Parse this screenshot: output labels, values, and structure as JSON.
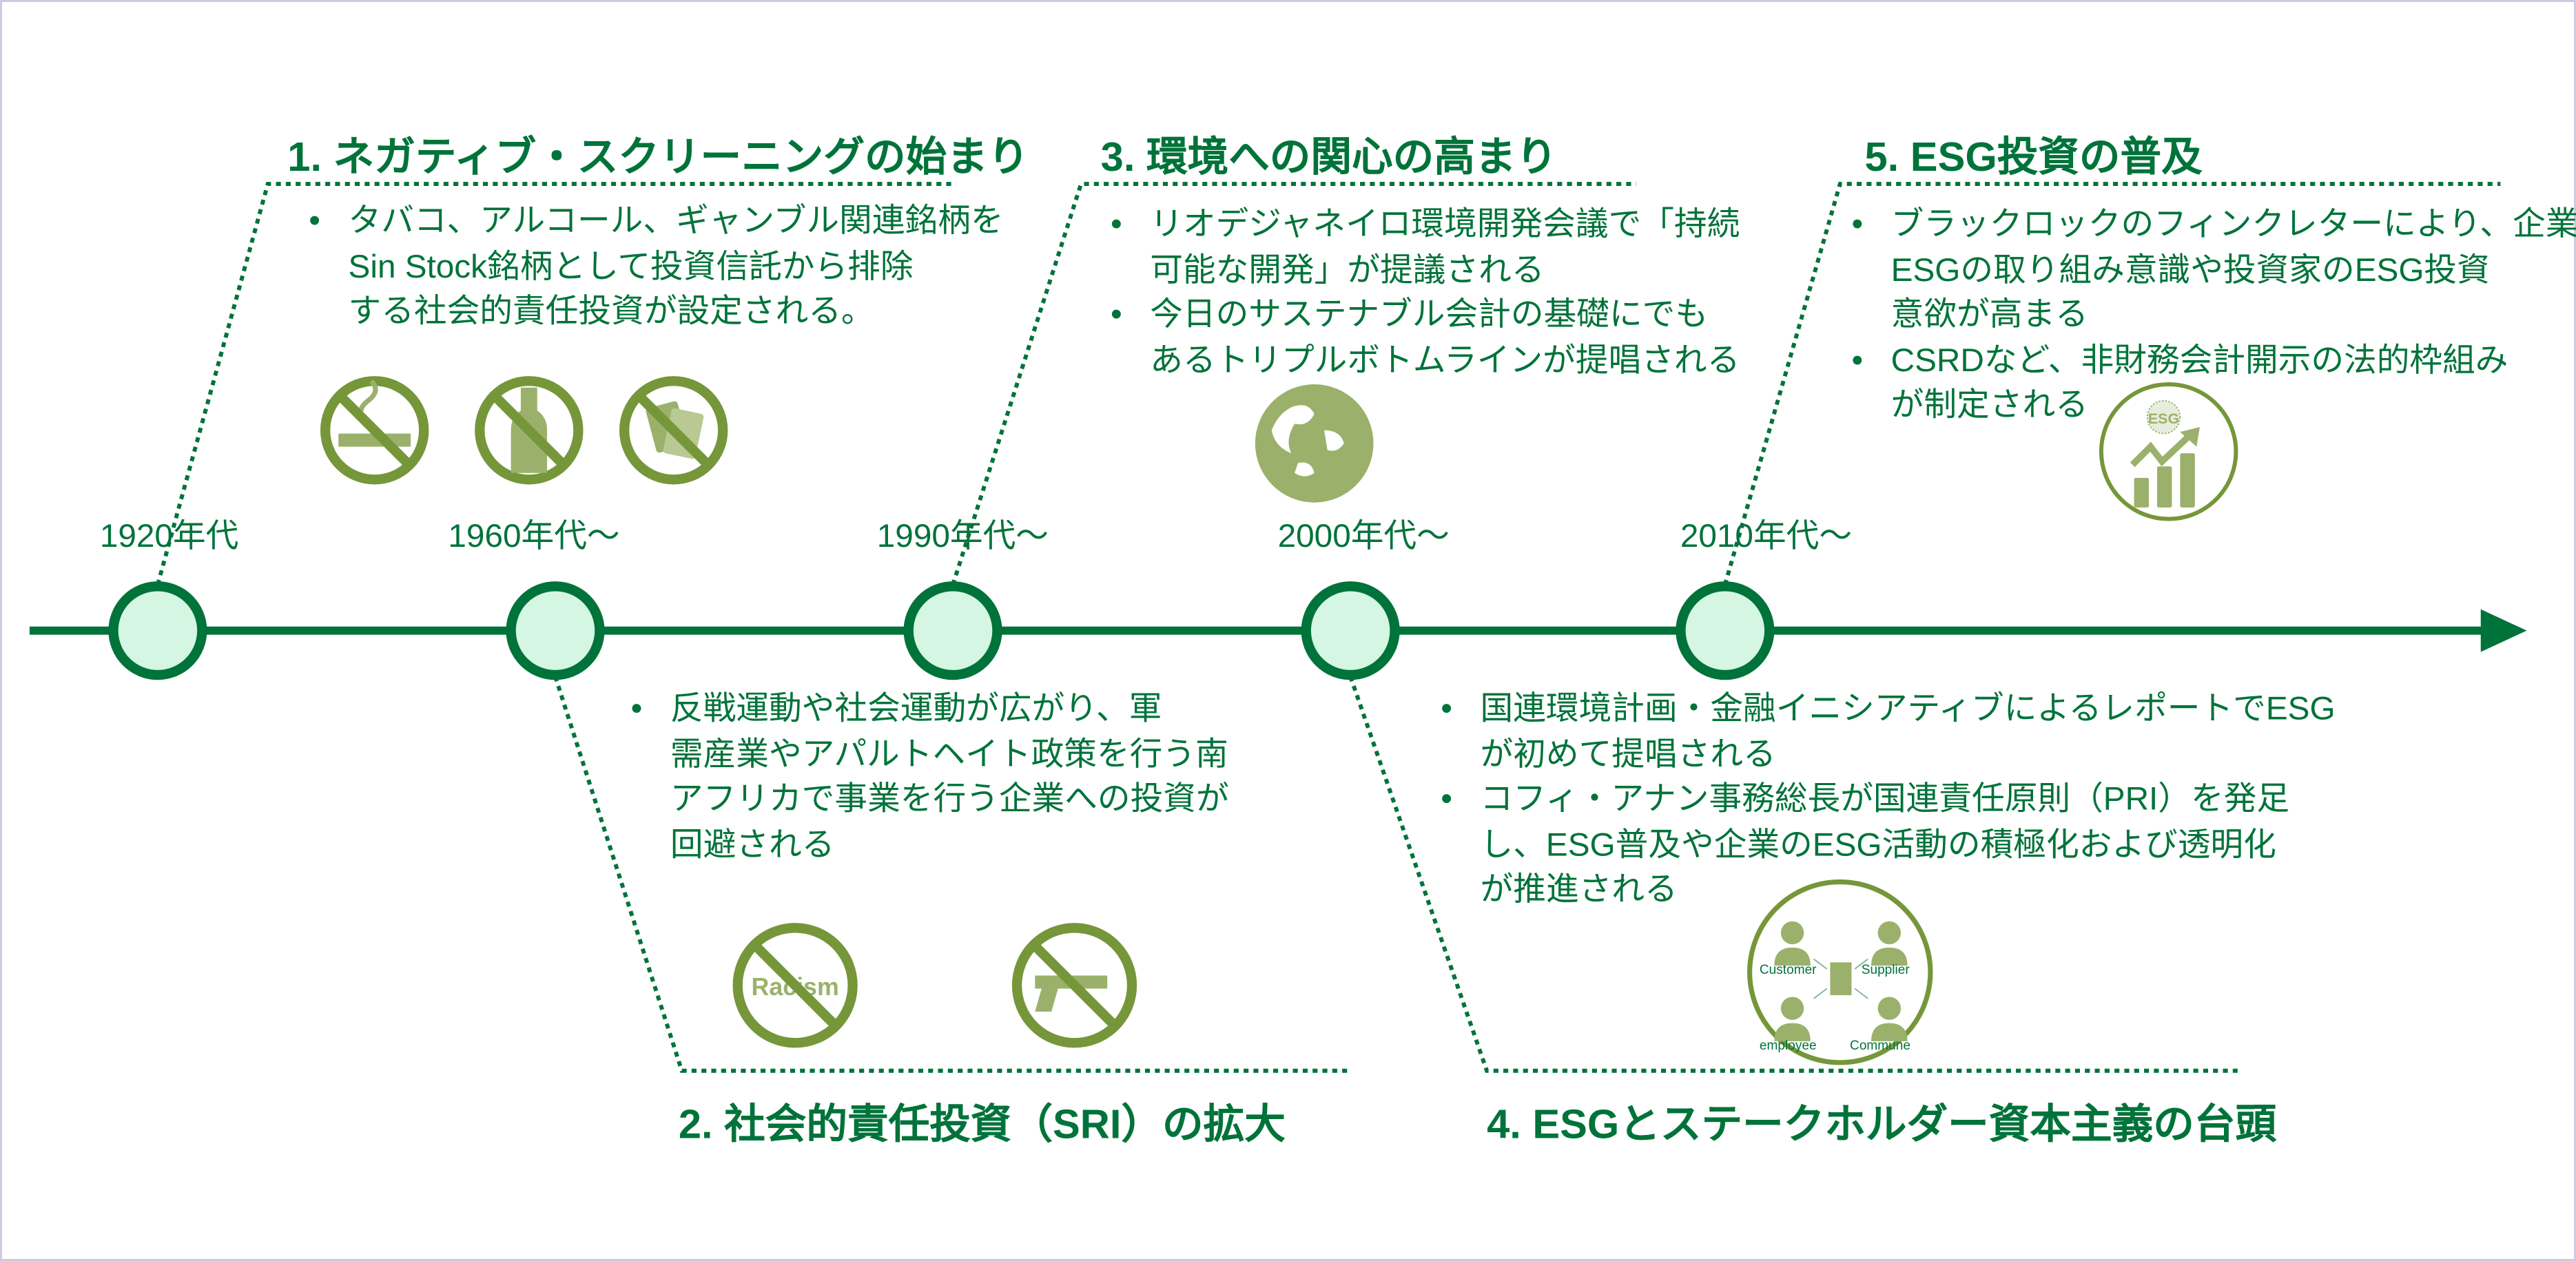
{
  "colors": {
    "text": "#00733a",
    "line": "#00733a",
    "node_fill": "#d4f6e2",
    "icon_ring": "#76963a",
    "icon_fill": "#9bb16b",
    "border": "#cfc9e2"
  },
  "timeline": {
    "eras": [
      "1920年代",
      "1960年代〜",
      "1990年代〜",
      "2000年代〜",
      "2010年代〜"
    ]
  },
  "sections": [
    {
      "title": "1. ネガティブ・スクリーニングの始まり",
      "bullets": [
        [
          "タバコ、アルコール、ギャンブル関連銘柄を",
          "Sin Stock銘柄として投資信託から排除",
          "する社会的責任投資が設定される。"
        ]
      ],
      "icons": [
        "no-smoking-icon",
        "no-alcohol-icon",
        "no-gambling-icon"
      ]
    },
    {
      "title": "2. 社会的責任投資（SRI）の拡大",
      "bullets": [
        [
          "反戦運動や社会運動が広がり、軍",
          "需産業やアパルトヘイト政策を行う南",
          "アフリカで事業を行う企業への投資が",
          "回避される"
        ]
      ],
      "icons": [
        "no-racism-icon",
        "no-weapons-icon"
      ],
      "icon_labels": {
        "racism": "Racism"
      }
    },
    {
      "title": "3. 環境への関心の高まり",
      "bullets": [
        [
          "リオデジャネイロ環境開発会議で「持続",
          "可能な開発」が提議される"
        ],
        [
          "今日のサステナブル会計の基礎にでも",
          "あるトリプルボトムラインが提唱される"
        ]
      ],
      "icons": [
        "globe-icon"
      ]
    },
    {
      "title": "4. ESGとステークホルダー資本主義の台頭",
      "bullets": [
        [
          "国連環境計画・金融イニシアティブによるレポートでESG",
          "が初めて提唱される"
        ],
        [
          "コフィ・アナン事務総長が国連責任原則（PRI）を発足",
          "し、ESG普及や企業のESG活動の積極化および透明化",
          "が推進される"
        ]
      ],
      "icons": [
        "stakeholder-icon"
      ],
      "icon_labels": {
        "customer": "Customer",
        "supplier": "Supplier",
        "employee": "employee",
        "commune": "Commune"
      }
    },
    {
      "title": "5. ESG投資の普及",
      "bullets": [
        [
          "ブラックロックのフィンクレターにより、企業の",
          "ESGの取り組み意識や投資家のESG投資",
          "意欲が高まる"
        ],
        [
          "CSRDなど、非財務会計開示の法的枠組み",
          "が制定される"
        ]
      ],
      "icons": [
        "esg-growth-icon"
      ],
      "icon_labels": {
        "esg": "ESG"
      }
    }
  ],
  "bullet_glyph": "•"
}
